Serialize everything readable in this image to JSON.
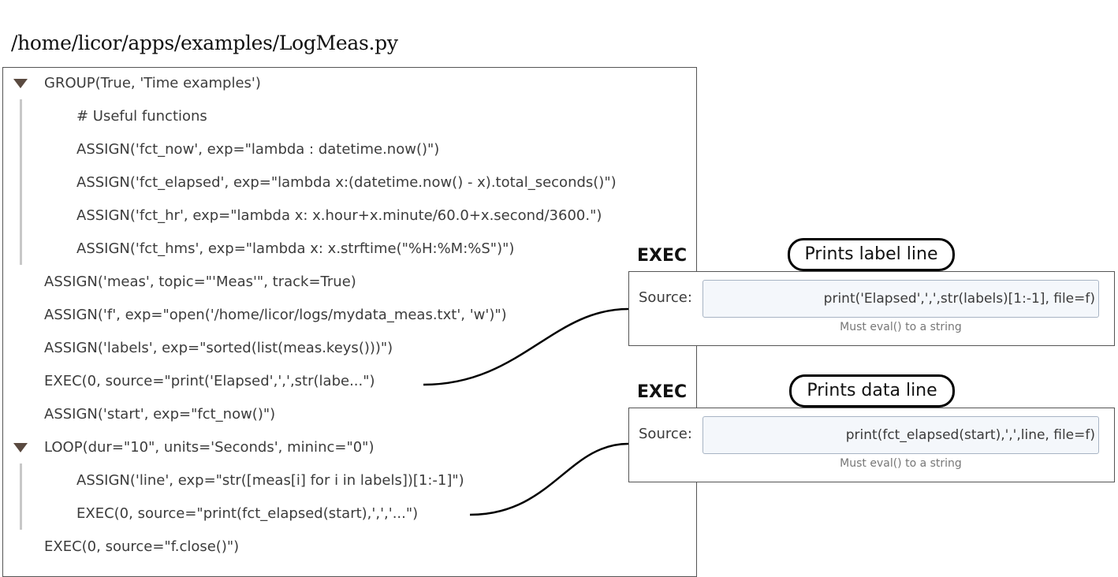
{
  "file_path": "/home/licor/apps/examples/LogMeas.py",
  "tree": {
    "rows": [
      {
        "text": "GROUP(True, 'Time examples')",
        "has_toggle": true
      },
      {
        "text": "# Useful functions",
        "has_toggle": false
      },
      {
        "text": "ASSIGN('fct_now', exp=\"lambda : datetime.now()\")",
        "has_toggle": false
      },
      {
        "text": "ASSIGN('fct_elapsed', exp=\"lambda x:(datetime.now() - x).total_seconds()\")",
        "has_toggle": false
      },
      {
        "text": "ASSIGN('fct_hr', exp=\"lambda x: x.hour+x.minute/60.0+x.second/3600.\")",
        "has_toggle": false
      },
      {
        "text": "ASSIGN('fct_hms', exp=\"lambda x: x.strftime(\"%H:%M:%S\")\")",
        "has_toggle": false
      },
      {
        "text": "ASSIGN('meas', topic=\"'Meas'\", track=True)",
        "has_toggle": false
      },
      {
        "text": "ASSIGN('f', exp=\"open('/home/licor/logs/mydata_meas.txt', 'w')\")",
        "has_toggle": false
      },
      {
        "text": "ASSIGN('labels', exp=\"sorted(list(meas.keys()))\")",
        "has_toggle": false
      },
      {
        "text": "EXEC(0, source=\"print('Elapsed',',',str(labe...\")",
        "has_toggle": false
      },
      {
        "text": "ASSIGN('start', exp=\"fct_now()\")",
        "has_toggle": false
      },
      {
        "text": "LOOP(dur=\"10\", units='Seconds', mininc=\"0\")",
        "has_toggle": true
      },
      {
        "text": "ASSIGN('line', exp=\"str([meas[i] for i in labels])[1:-1]\")",
        "has_toggle": false
      },
      {
        "text": "EXEC(0, source=\"print(fct_elapsed(start),',','...\")",
        "has_toggle": false
      },
      {
        "text": "EXEC(0, source=\"f.close()\")",
        "has_toggle": false
      }
    ]
  },
  "callouts": [
    {
      "title": "EXEC",
      "bubble": "Prints label line",
      "source_label": "Source:",
      "source_value": "print('Elapsed',',',str(labels)[1:-1], file=f)",
      "hint": "Must eval() to a string"
    },
    {
      "title": "EXEC",
      "bubble": "Prints data line",
      "source_label": "Source:",
      "source_value": "print(fct_elapsed(start),',',line, file=f)",
      "hint": "Must eval() to a string"
    }
  ],
  "icons": {
    "expand_toggle": "triangle-down-icon"
  }
}
